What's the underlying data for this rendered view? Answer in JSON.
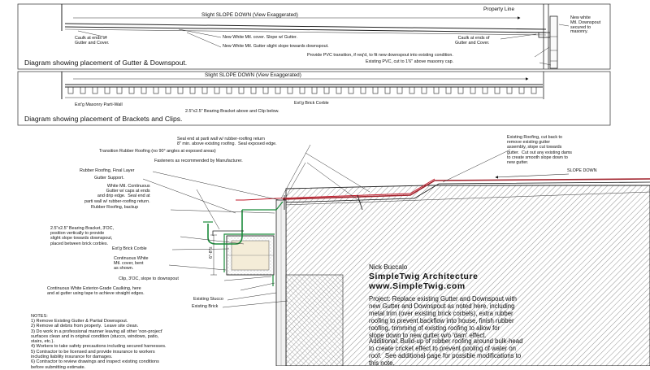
{
  "diagram1": {
    "slope_label": "Slight SLOPE DOWN (View Exaggerated)",
    "property_line": "Property Line",
    "downspout": "New white\nMtl. Downspout\nsecured to\nmasonry.",
    "caulk_left": "Caulk at ends of\nGutter and Cover.",
    "cover_note": "New White Mtl. cover. Slope w/ Gutter.",
    "gutter_note": "New White Mtl. Gutter slight slope towards downspout.",
    "caulk_right": "Caulk at ends of\nGutter and Cover.",
    "pvc_transition": "Provide PVC transition, if req'd, to fit new downspout into existing condition.",
    "existing_pvc": "Existing PVC, cut to 1'6\" above masonry cap.",
    "caption": "Diagram showing placement of Gutter & Downspout."
  },
  "diagram2": {
    "slope_label": "Slight SLOPE DOWN (View Exaggerated)",
    "parti_wall": "Ext'g Masonry Parti-Wall",
    "bracket": "2.5\"x2.5\" Bearing Bracket above and Clip below.",
    "corbel": "Ext'g Brick Corble",
    "caption": "Diagram showing placement of Brackets and Clips."
  },
  "section": {
    "left_labels": [
      "Seal end at parti wall w/ rubber-roofing return\n8\" min. above existing roofing.  Seal exposed edge.",
      "Transition Rubber Roofing (no 90° angles at exposed areas)",
      "Fasteners as recommended by Manufacturer.",
      "Rubber Roofing, Final Layer",
      "Gutter Support.",
      "White Mtl. Continuous\nGutter w/ caps at ends\nand drip edge.  Seal end at\nparti wall w/ rubber-roofing return.",
      "Rubber Roofing, backup",
      "2.5\"x2.5\" Bearing Bracket, 3'OC,\nposition vertically to provide\nslight slope towards downspout,\nplaced between brick corbles.",
      "Ext'g Brick Corble",
      "Continuous White\nMtl. cover, bent\nas shown.",
      "Clip, 3'OC, slope to downspout",
      "Continuous White Exterior-Grade Caulking, here\nand at gutter using tape to achieve straight edges.",
      "Existing Stucco",
      "Existing Brick"
    ],
    "existing_roofing": "Existing Roofing, cut back to\nremove existing gutter\nassembly, slope cut towards\ngutter.  Cut out any existing dams\nto create smooth slope down to\nnew gutter.",
    "slope_down": "SLOPE DOWN",
    "dimension": "6\"-8\"±"
  },
  "notes": {
    "heading": "NOTES:",
    "items": [
      "1) Remove Existing Gutter & Partial Downspout.",
      "2) Remove all debris from property.  Leave site clean.",
      "3) Do work in a professional manner leaving all other 'non-project'\nsurfaces clean and in original condition (stucco, windows, patio,\nstairs, etc.).",
      "4) Workers to take safety precautions including secured harnesses.",
      "5) Contractor to be licensed and provide insurance to workers\nincluding liability insurance for damages.",
      "6) Contractor to review drawings and inspect existing conditions\nbefore submitting estimate."
    ]
  },
  "title_block": {
    "name": "Nick Buccalo",
    "firm": "SimpleTwig Architecture",
    "url": "www.SimpleTwig.com",
    "project": "Project: Replace existing Gutter and Downspout with\nnew Gutter and Downspout as noted here, including\nmetal trim (over existing brick corbels), extra rubber\nroofing to prevent backflow into house, finish rubber\nroofing, trimming of existing roofing to allow for\nslope down to new gutter w/o 'dam' effect.",
    "additional": "Additional: Build-up of rubber roofing around bulk-head\nto create cricket effect to prevent pooling of water on\nroof.  See additional page for possible modifications to\nthis note."
  }
}
